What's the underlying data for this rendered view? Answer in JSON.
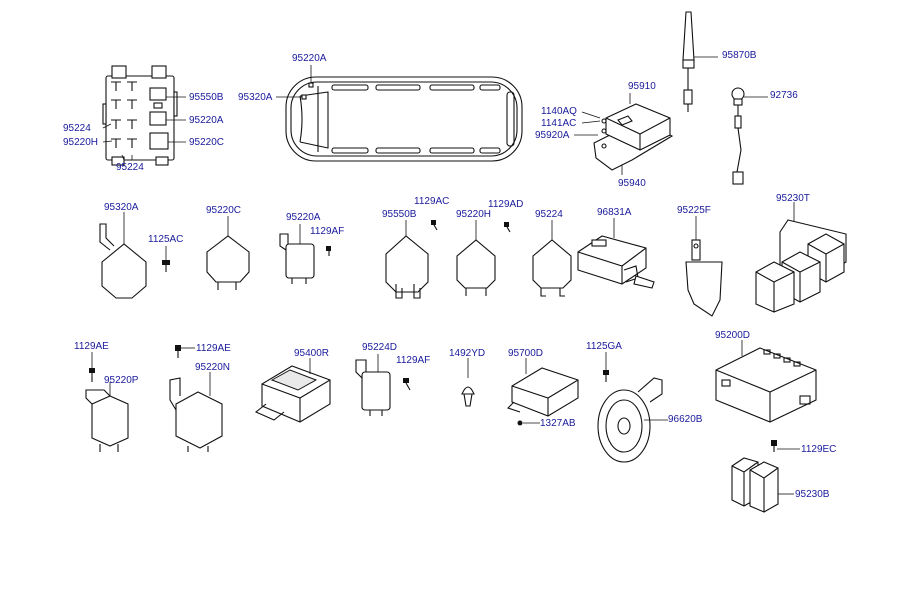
{
  "labels": {
    "l95220A_top": "95220A",
    "l95320A_top": "95320A",
    "l95550B_box": "95550B",
    "l95220A_box": "95220A",
    "l95224_box": "95224",
    "l95220H_box": "95220H",
    "l95220C_box": "95220C",
    "l95224_boxb": "95224",
    "l95910": "95910",
    "l1140AQ": "1140AQ",
    "l1141AC": "1141AC",
    "l95920A": "95920A",
    "l95940": "95940",
    "l95870B": "95870B",
    "l92736": "92736",
    "l95320A": "95320A",
    "l1125AC": "1125AC",
    "l95220C": "95220C",
    "l95220A": "95220A",
    "l1129AF_a": "1129AF",
    "l1129AC": "1129AC",
    "l95550B": "95550B",
    "l1129AD": "1129AD",
    "l95220H": "95220H",
    "l95224": "95224",
    "l96831A": "96831A",
    "l95225F": "95225F",
    "l95230T": "95230T",
    "l1129AE_a": "1129AE",
    "l95220P": "95220P",
    "l1129AE_b": "1129AE",
    "l95220N": "95220N",
    "l95400R": "95400R",
    "l95224D": "95224D",
    "l1129AF_b": "1129AF",
    "l1492YD": "1492YD",
    "l95700D": "95700D",
    "l1327AB": "1327AB",
    "l1125GA": "1125GA",
    "l96620B": "96620B",
    "l95200D": "95200D",
    "l1129EC": "1129EC",
    "l95230B": "95230B"
  }
}
